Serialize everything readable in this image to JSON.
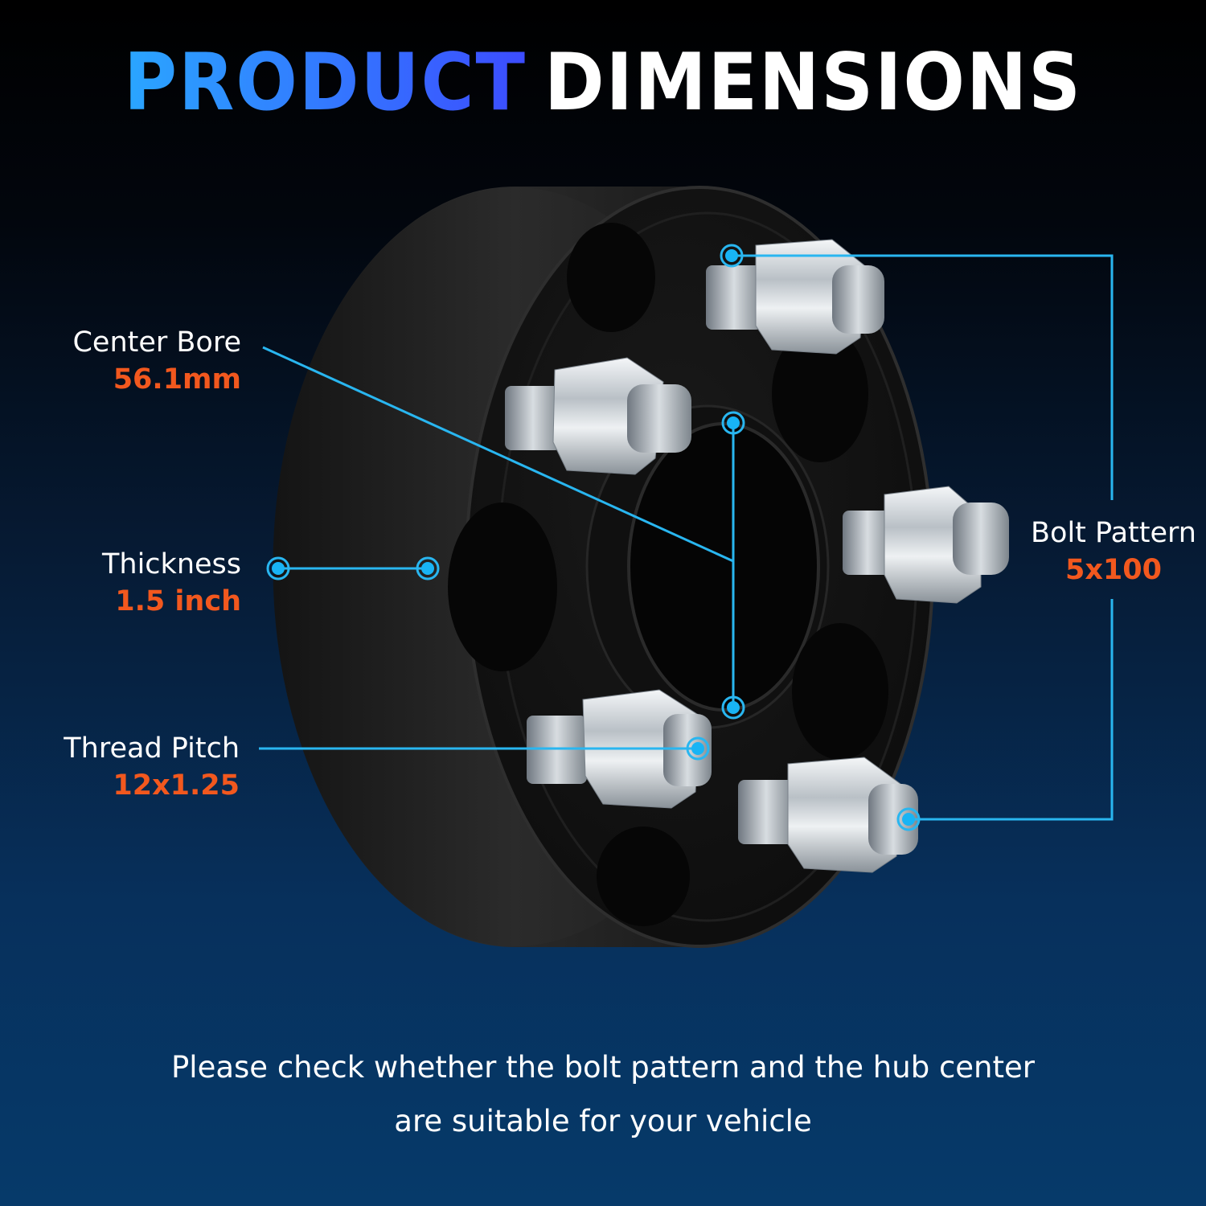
{
  "title": {
    "part1": "PRODUCT",
    "part2": "DIMENSIONS",
    "part1_gradient": [
      "#2aa6ff",
      "#3c4cff"
    ],
    "part2_color": "#ffffff"
  },
  "product": "wheel-spacer",
  "callouts": [
    {
      "id": "center-bore",
      "name": "Center Bore",
      "value": "56.1mm"
    },
    {
      "id": "thickness",
      "name": "Thickness",
      "value": "1.5 inch"
    },
    {
      "id": "thread-pitch",
      "name": "Thread Pitch",
      "value": "12x1.25"
    },
    {
      "id": "bolt-pattern",
      "name": "Bolt Pattern",
      "value": "5x100"
    }
  ],
  "note": {
    "line1": "Please check whether the bolt pattern and the hub center",
    "line2": "are suitable for your vehicle"
  },
  "colors": {
    "accent_line": "#29b6f0",
    "value_text": "#f2581e",
    "label_text": "#ffffff"
  }
}
